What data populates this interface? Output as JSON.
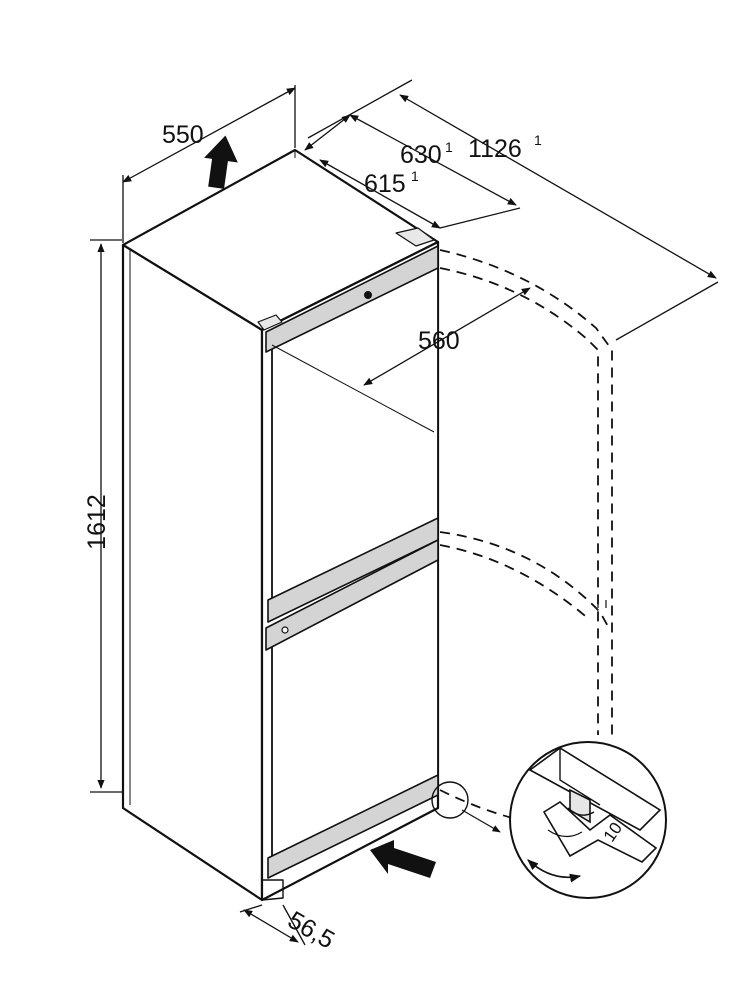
{
  "dimensions": {
    "width": "550",
    "depth_with_handle": "630",
    "depth_with_handle_note": "1",
    "depth_open_door": "1126",
    "depth_open_door_note": "1",
    "depth": "615",
    "depth_note": "1",
    "door_opening": "560",
    "height": "1612",
    "wall_distance": "56,5"
  },
  "wrench_size": "10",
  "colors": {
    "line": "#111111",
    "handle_fill": "#d4d4d4",
    "background": "#ffffff"
  }
}
